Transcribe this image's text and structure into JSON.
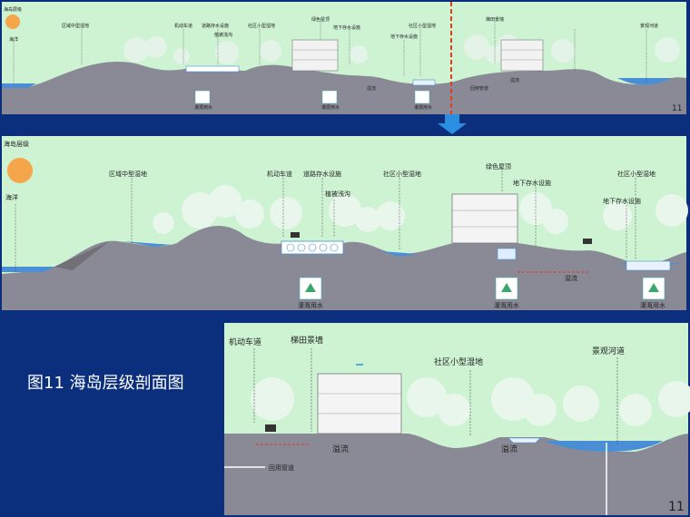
{
  "panel1": {
    "logo": "海岛层级",
    "left_label": "海洋",
    "labels": [
      "区域中型湿地",
      "机动车道",
      "道路存水设施",
      "植被浅沟",
      "社区小型湿地",
      "绿色屋顶",
      "地下存水设施",
      "地下存水设施",
      "梯田景墙",
      "社区小型湿地",
      "景观河道"
    ],
    "flow": [
      "溢流",
      "溢流"
    ],
    "pipe": "回用管道",
    "irrigation": [
      "灌溉用水",
      "灌溉用水",
      "灌溉用水"
    ],
    "page_no": "11"
  },
  "panel2": {
    "logo": "海岛层级",
    "left_label": "海洋",
    "labels": [
      "区域中型湿地",
      "机动车道",
      "道路存水设施",
      "植被浅沟",
      "社区小型湿地",
      "绿色屋顶",
      "地下存水设施",
      "社区小型湿地",
      "地下存水设施"
    ],
    "flow": [
      "溢流"
    ],
    "irrigation": [
      "灌溉用水",
      "灌溉用水",
      "灌溉用水"
    ]
  },
  "panel3": {
    "labels": [
      "机动车道",
      "梯田景墙",
      "社区小型湿地",
      "景观河道"
    ],
    "flow": [
      "溢流",
      "溢流"
    ],
    "pipe": "回用管道",
    "page_no": "11"
  },
  "caption": "图11  海岛层级剖面图",
  "colors": {
    "sky": "#cdf3d2",
    "ground": "#8a8a96",
    "water": "#4a8fd6",
    "navy": "#0b2f7c",
    "redline": "#e23b1f"
  }
}
